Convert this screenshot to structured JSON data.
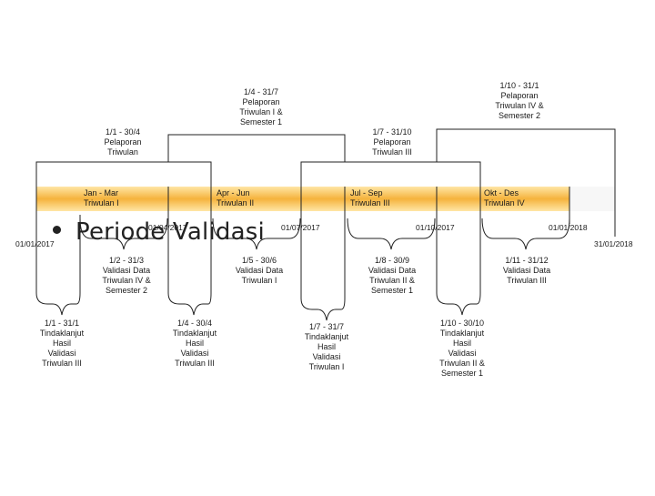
{
  "slide": {
    "bullet_text": "Periode Validasi"
  },
  "timeline": {
    "bar_labels": [
      "Jan - Mar\nTriwulan I",
      "Apr - Jun\nTriwulan II",
      "Jul - Sep\nTriwulan III",
      "Okt - Des\nTriwulan IV"
    ],
    "dates": [
      "01/01/2017",
      "01/04/2017",
      "01/07/2017",
      "01/10/2017",
      "01/01/2018",
      "31/01/2018"
    ],
    "reporting": [
      "1/1 - 30/4\nPelaporan\nTriwulan",
      "1/4 - 31/7\nPelaporan\nTriwulan I &\nSemester 1",
      "1/7 - 31/10\nPelaporan\nTriwulan III",
      "1/10 - 31/1\nPelaporan\nTriwulan IV &\nSemester 2"
    ],
    "validation": [
      "1/2 - 31/3\nValidasi Data\nTriwulan IV &\nSemester 2",
      "1/5 - 30/6\nValidasi Data\nTriwulan I",
      "1/8 - 30/9\nValidasi Data\nTriwulan II &\nSemester 1",
      "1/11 - 31/12\nValidasi Data\nTriwulan III"
    ],
    "followup": [
      "1/1 - 31/1\nTindaklanjut\nHasil\nValidasi\nTriwulan III",
      "1/4 - 30/4\nTindaklanjut\nHasil\nValidasi\nTriwulan III",
      "1/7 - 31/7\nTindaklanjut\nHasil\nValidasi\nTriwulan I",
      "1/10 - 30/10\nTindaklanjut\nHasil\nValidasi\nTriwulan II &\nSemester 1"
    ]
  },
  "colors": {
    "bar_gold": "#f5b33c",
    "bar_light": "#fff0c8",
    "line": "#222222"
  }
}
